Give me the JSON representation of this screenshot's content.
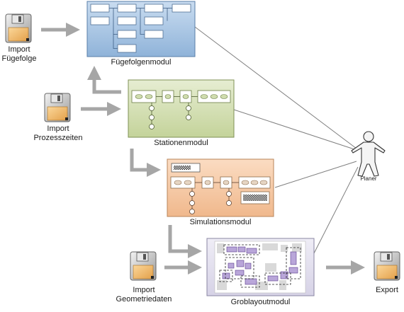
{
  "imports": [
    {
      "line1": "Import",
      "line2": "Fügefolge"
    },
    {
      "line1": "Import",
      "line2": "Prozesszeiten"
    },
    {
      "line1": "Import",
      "line2": "Geometriedaten"
    }
  ],
  "export_label": "Export",
  "modules": {
    "fuegefolge": "Fügefolgenmodul",
    "station": "Stationenmodul",
    "simulation": "Simulationsmodul",
    "groblayout": "Groblayoutmodul"
  },
  "actor_label": "Planer",
  "colors": {
    "fuegefolge_fill": "#a9c7e6",
    "station_fill": "#d5e0b5",
    "simulation_fill": "#f5c9a5",
    "groblayout_fill": "#e4e1ef",
    "arrow": "#a6a6a6",
    "line": "#7f7f7f",
    "floppy_label": "#f0b866"
  }
}
